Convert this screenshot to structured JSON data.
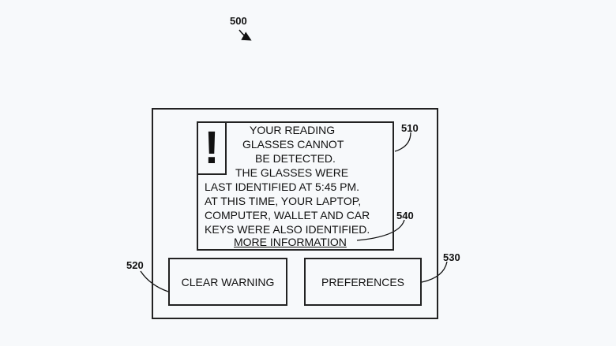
{
  "figure": {
    "ref_main": "500",
    "ref_panel": "510",
    "ref_clear": "520",
    "ref_pref": "530",
    "ref_link": "540"
  },
  "warning": {
    "icon": "exclamation-icon",
    "alert_glyph": "!",
    "lines": [
      "YOUR READING",
      "GLASSES CANNOT",
      "BE DETECTED.",
      "THE GLASSES WERE",
      "LAST IDENTIFIED AT 5:45 PM.",
      "AT THIS TIME, YOUR LAPTOP,",
      "COMPUTER, WALLET AND CAR",
      "KEYS WERE ALSO IDENTIFIED."
    ],
    "more_info_label": "MORE INFORMATION"
  },
  "buttons": {
    "clear_label": "CLEAR WARNING",
    "pref_label": "PREFERENCES"
  }
}
